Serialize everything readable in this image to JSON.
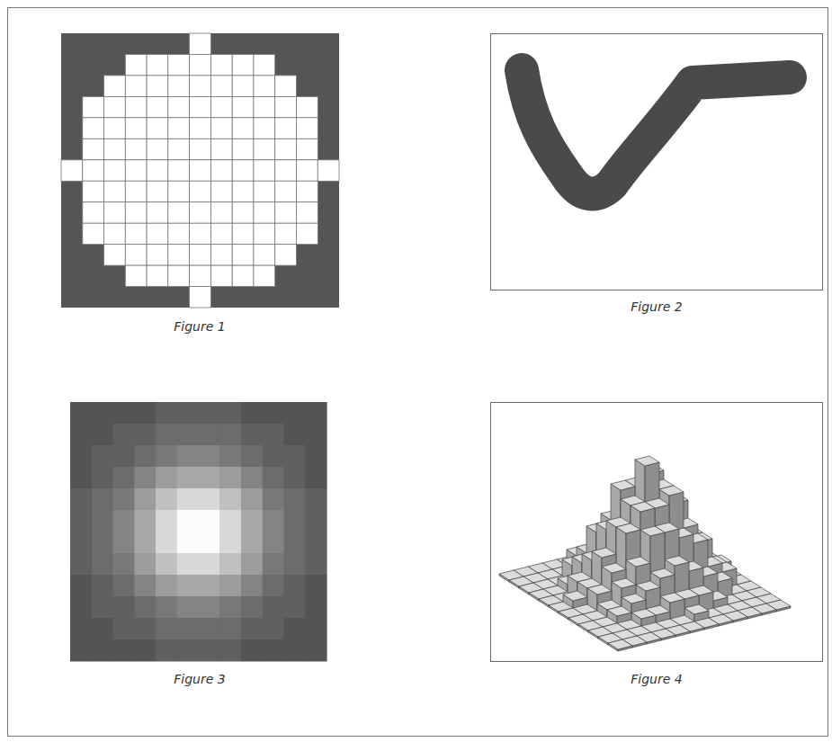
{
  "diagram": {
    "labels": [
      "Figure 1",
      "Figure 2",
      "Figure 3",
      "Figure 4"
    ]
  }
}
